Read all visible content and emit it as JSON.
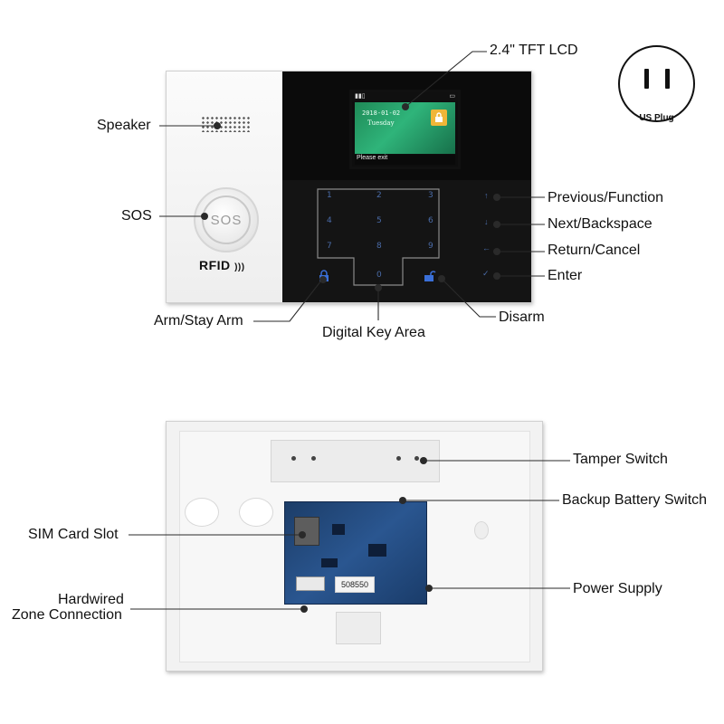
{
  "callouts": {
    "tft_lcd": "2.4\" TFT LCD",
    "speaker": "Speaker",
    "sos": "SOS",
    "previous_function": "Previous/Function",
    "next_backspace": "Next/Backspace",
    "return_cancel": "Return/Cancel",
    "enter": "Enter",
    "arm_stay_arm": "Arm/Stay Arm",
    "digital_key_area": "Digital Key Area",
    "disarm": "Disarm",
    "tamper_switch": "Tamper Switch",
    "backup_battery_switch": "Backup Battery Switch",
    "sim_card_slot": "SIM Card Slot",
    "power_supply": "Power Supply",
    "hardwired_line1": "Hardwired",
    "hardwired_line2": "Zone Connection"
  },
  "device_front": {
    "sos_button_text": "SOS",
    "rfid_text": "RFID",
    "lcd_date": "2018-01-02",
    "lcd_day": "Tuesday",
    "lcd_footer": "Please exit",
    "keys": [
      "1",
      "2",
      "3",
      "4",
      "5",
      "6",
      "7",
      "8",
      "9",
      "0"
    ],
    "side_keys": [
      "↑",
      "↓",
      "←",
      "✓"
    ]
  },
  "device_back": {
    "pcb_label": "508550"
  },
  "plug": {
    "label": "US Plug"
  },
  "colors": {
    "lcd_green": "#2fb47a",
    "lcd_lock_yellow": "#f0b638",
    "keypad_blue": "#4a6ba8",
    "pcb_blue": "#2a5690",
    "leader_line": "#2a2a2a"
  }
}
